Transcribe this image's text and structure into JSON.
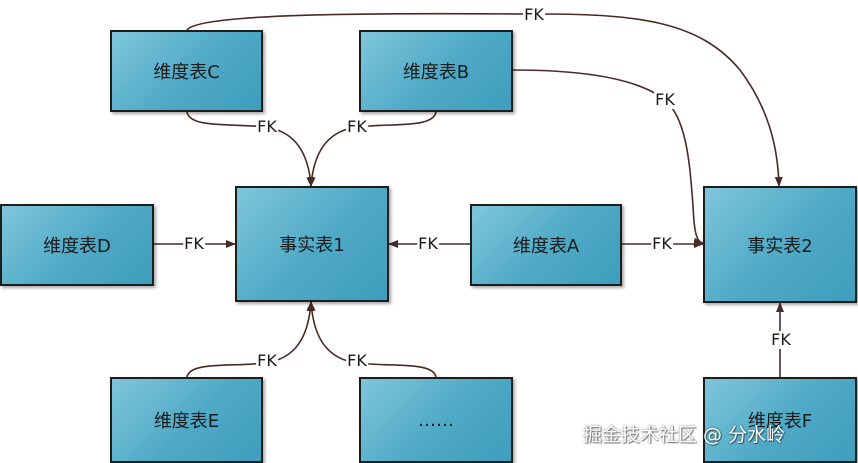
{
  "nodes": {
    "dim_c": "维度表C",
    "dim_b": "维度表B",
    "dim_d": "维度表D",
    "fact_1": "事实表1",
    "dim_a": "维度表A",
    "fact_2": "事实表2",
    "dim_e": "维度表E",
    "dim_more": "……",
    "dim_f": "维度表F"
  },
  "edge_label": "FK",
  "colors": {
    "node_fill": "#4ea9c6",
    "node_border": "#1d1d1d",
    "edge": "#4a2a24"
  },
  "watermark": "掘金技术社区 @ 分水岭"
}
